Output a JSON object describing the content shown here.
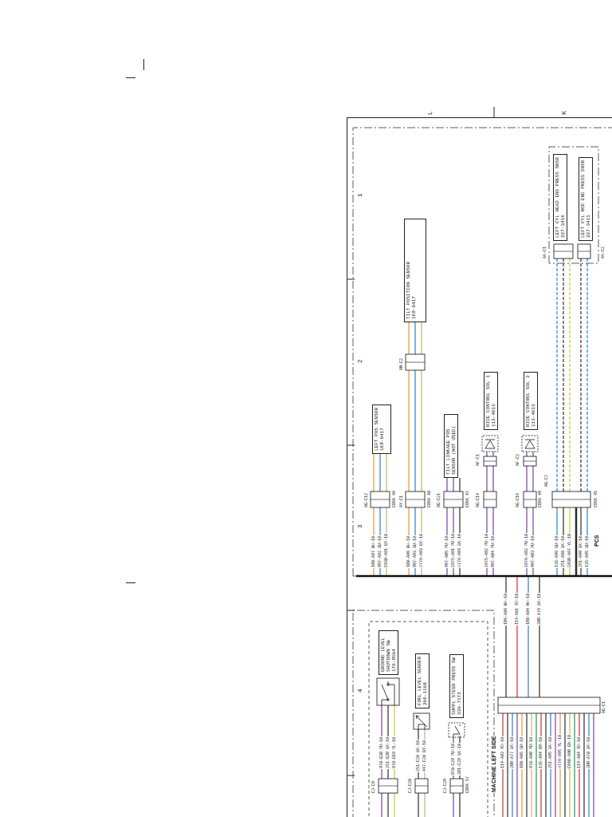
{
  "diagram": {
    "nodes": [
      {
        "text": [
          "TILT POSITION SENSOR",
          "169-0417"
        ]
      },
      {
        "text": [
          "LEFT POS SENSOR",
          "169-0417"
        ]
      },
      {
        "text": [
          "LEFT CYL HEAD END PRESS SNSR",
          "227-3416"
        ]
      },
      {
        "text": [
          "LEFT CYL ROD END PRESS SNSR",
          "227-3415"
        ]
      },
      {
        "text": [
          "RIDE CONTROL SOL 1",
          "113-4015"
        ]
      },
      {
        "text": [
          "RIDE CONTROL SOL 2",
          "113-4015"
        ]
      },
      {
        "text": [
          "TILT LINKAGE POS SENSOR (NOT USED)"
        ]
      },
      {
        "text": [
          "GROUND LEVEL SHUTDOWN SW",
          "176-9504"
        ]
      },
      {
        "text": [
          "FUEL LEVEL SENDER",
          "206-1108"
        ]
      },
      {
        "text": [
          "SUPPL STEER PRESS SW",
          "330-7172"
        ]
      }
    ],
    "labels": [
      "1",
      "2",
      "3",
      "4",
      "L",
      "K",
      "PCS",
      "MACHINE LEFT SIDE",
      "AG-C12",
      "CONN 46",
      "108-A97 WH-18",
      "997-A92 BU-18",
      "C930-A91 GY-18",
      "AY-C1",
      "CONN 48",
      "AM-C2",
      "108-A96 WH-18",
      "997-A93 BU-18",
      "H776-A93 GY-18",
      "AG-C21",
      "CONN 47",
      "997-A05 PU-18",
      "E975-A91 PU-18",
      "H776-A94 BK-18",
      "AG-C14",
      "AF-C1",
      "E975-A92 PU-18",
      "997-A04 PU-18",
      "AG-C16",
      "AF-C2",
      "CONN 49",
      "E976-A92 PU-18",
      "997-A03 PU-18",
      "AG-C7",
      "CONN 45",
      "AK-C1",
      "AK-C2",
      "135-A96 BU-18",
      "251-A98 BK-18",
      "E930-A97 YL-18",
      "251-A99 BK-18",
      "135-A95 BU-18",
      "CJ-C9",
      "978-G30 PU-18",
      "251-G30 BK-18",
      "978-G19 YL-18",
      "CJ-C28",
      "251-C28 BK-18",
      "447-C28 GY-18",
      "CJ-C29",
      "CONN 57",
      "978-C29 PU-18",
      "201-C29 BK-18",
      "AG-C1",
      "106-A86 WH-18",
      "114-A81 RD-18",
      "108-A84 WH-18",
      "200-A76 BK-18",
      "114-A83 RD-18",
      "200-A77 BK-18",
      "108-A85 BU-18",
      "978-A90 PU-18",
      "135-A94 OR-18",
      "251-A95 BK-18",
      "H776-A95 YL-18",
      "C940-A90 GN-18",
      "114-A84 RD-18",
      "200-A78 BK-18"
    ]
  }
}
